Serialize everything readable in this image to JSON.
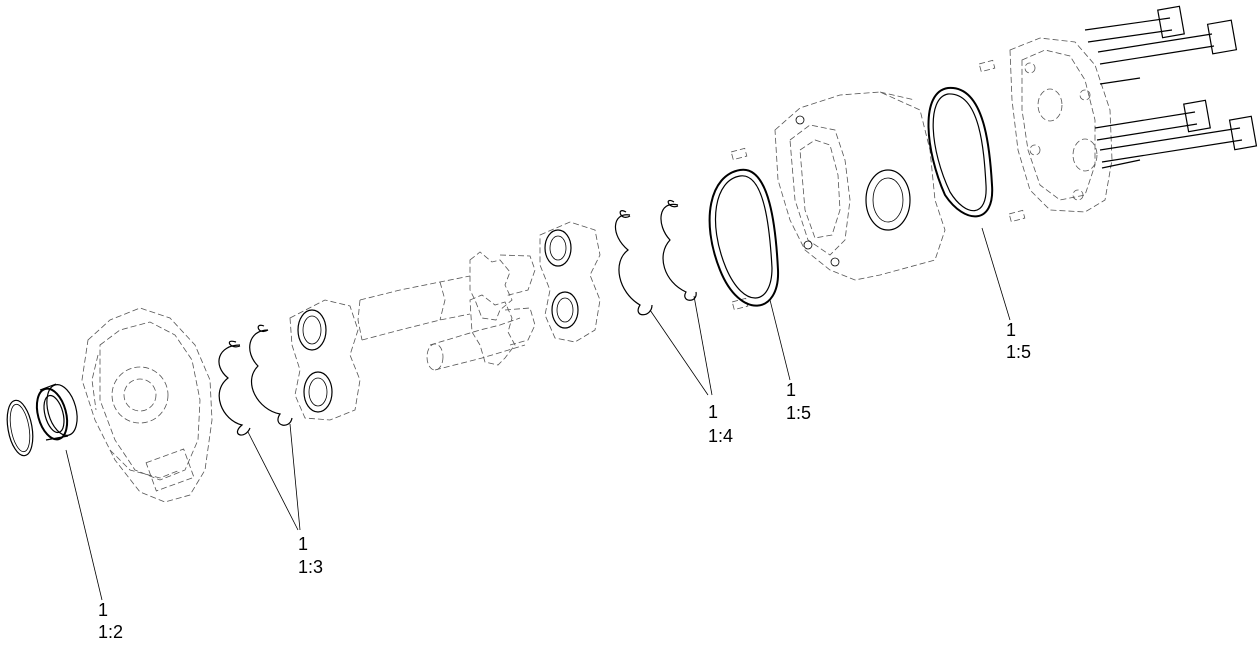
{
  "callouts": [
    {
      "qty": "1",
      "ref": "1:2"
    },
    {
      "qty": "1",
      "ref": "1:3"
    },
    {
      "qty": "1",
      "ref": "1:4"
    },
    {
      "qty": "1",
      "ref": "1:5"
    },
    {
      "qty": "1",
      "ref": "1:5"
    }
  ]
}
